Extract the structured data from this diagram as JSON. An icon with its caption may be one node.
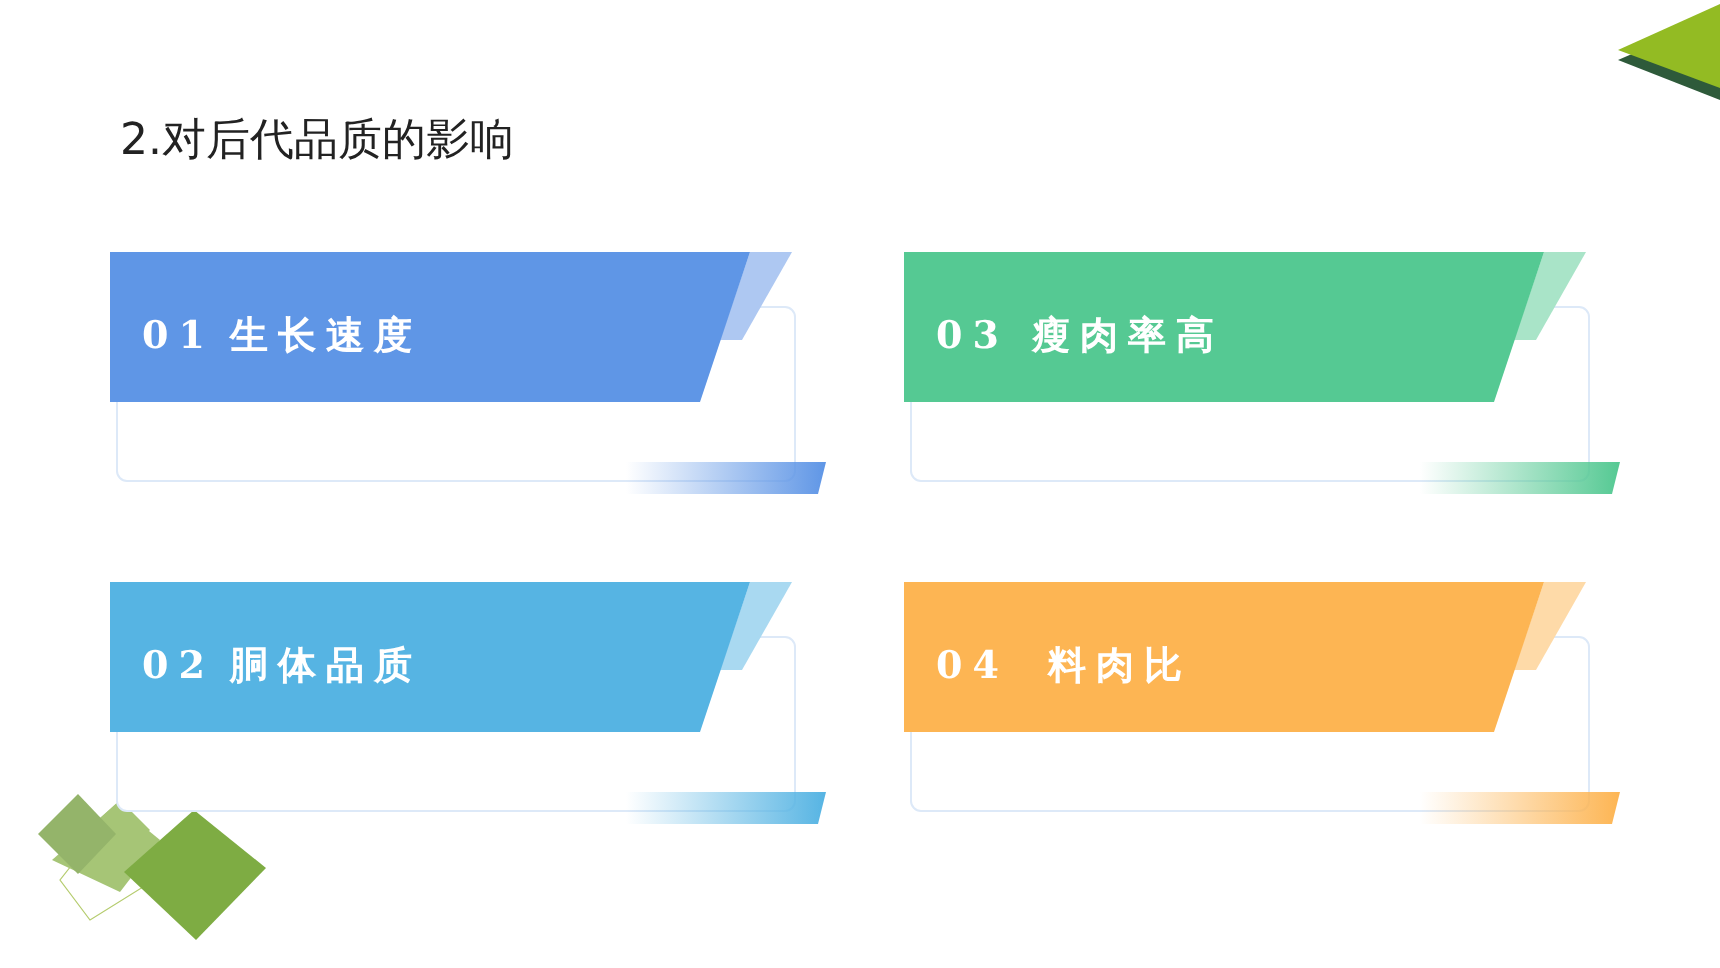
{
  "diagram": {
    "title": "2.对后代品质的影响",
    "nodes": [
      {
        "text": [
          "01",
          "生长速度"
        ]
      },
      {
        "text": [
          "03",
          "瘦肉率高"
        ]
      },
      {
        "text": [
          "02",
          "胴体品质"
        ]
      },
      {
        "text": [
          "04",
          "料肉比"
        ]
      }
    ]
  }
}
